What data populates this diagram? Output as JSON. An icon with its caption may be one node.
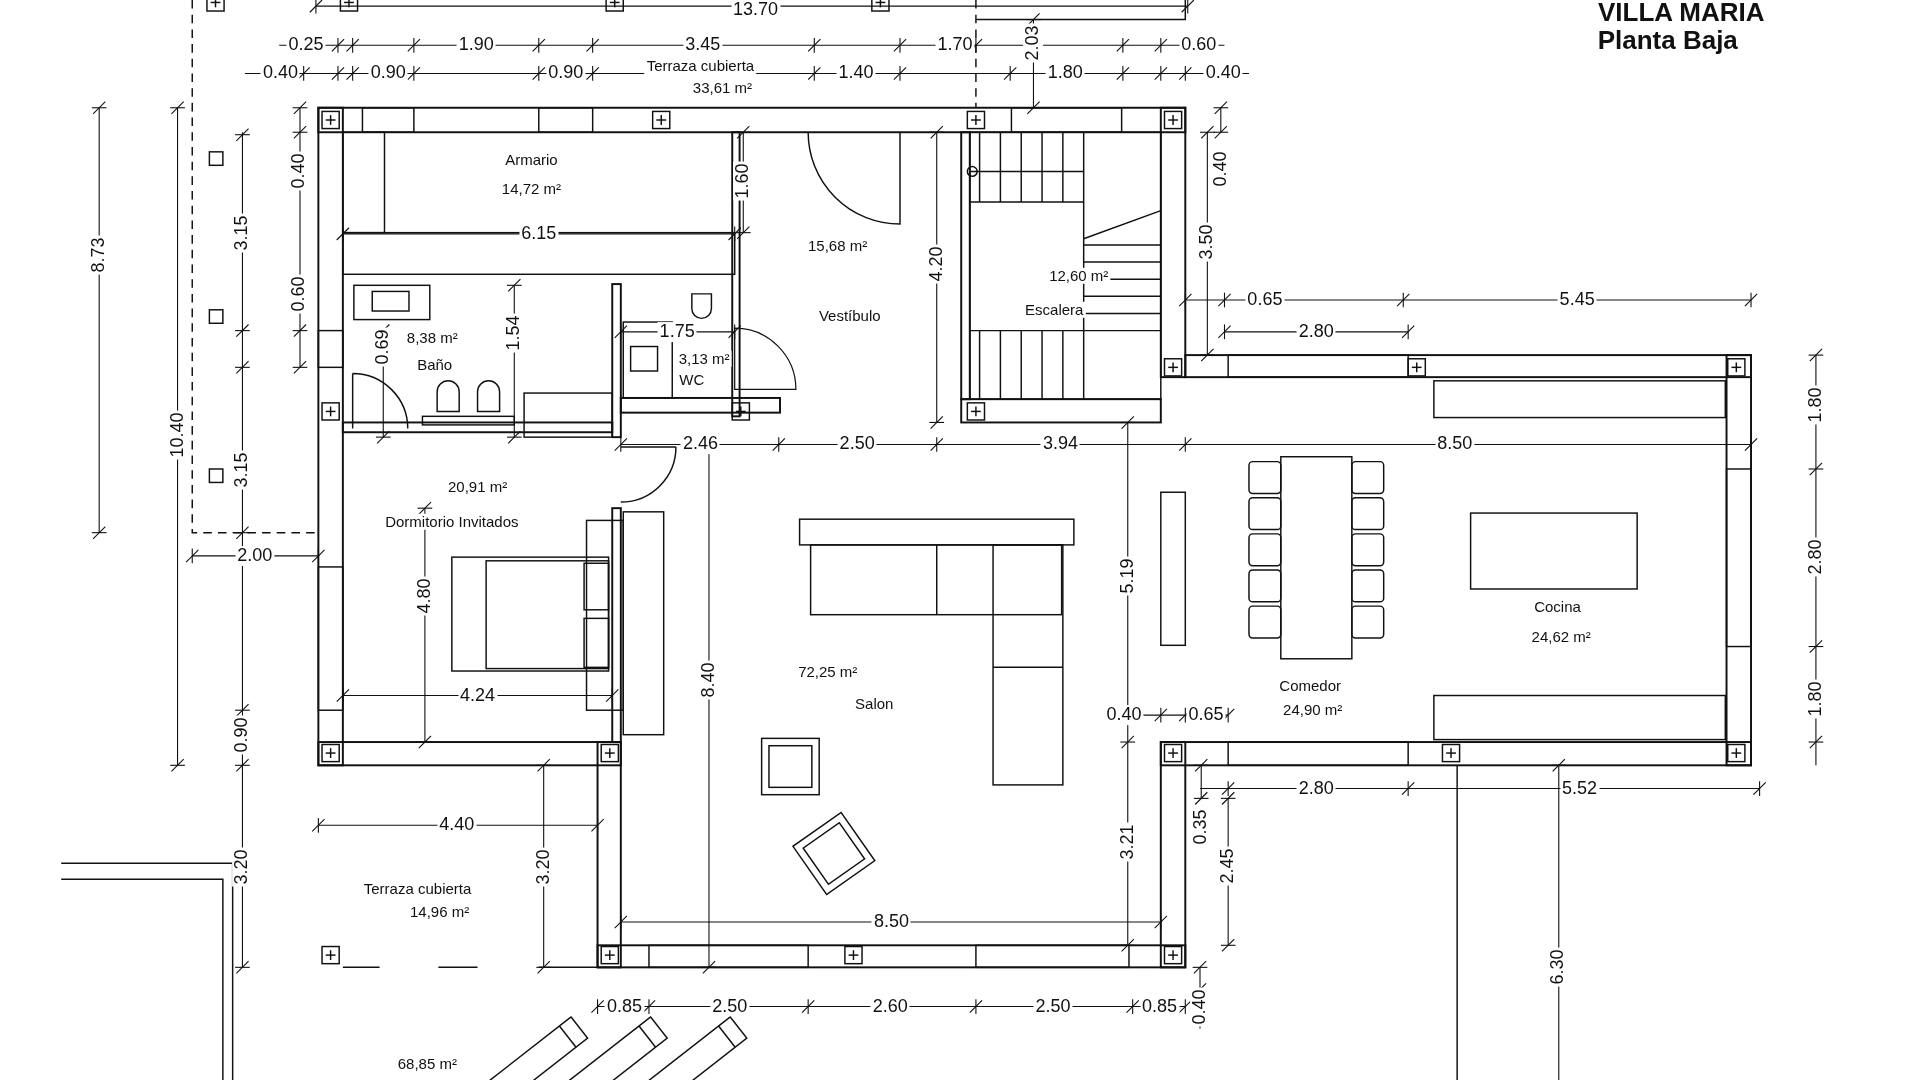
{
  "diagram": {
    "title": "VILLA MARIA",
    "labels": [
      "Planta Baja",
      "13.70",
      "0.25",
      "1.90",
      "3.45",
      "1.70",
      "2.03",
      "0.60",
      "0.40",
      "0.90",
      "0.90",
      "Terraza cubierta",
      "33,61 m²",
      "1.40",
      "1.80",
      "0.40",
      "Armario",
      "14,72 m²",
      "0.40",
      "1.60",
      "0.40",
      "3.15",
      "6.15",
      "8.73",
      "15,68 m²",
      "4.20",
      "3.50",
      "12,60 m²",
      "0.60",
      "0.65",
      "5.45",
      "Escalera",
      "Vestíbulo",
      "1.54",
      "1.75",
      "2.80",
      "8,38 m²",
      "0.69",
      "Baño",
      "3,13 m²",
      "WC",
      "1.80",
      "10.40",
      "2.46",
      "2.50",
      "3.94",
      "8.50",
      "3.15",
      "20,91 m²",
      "Dormitorio Invitados",
      "2.00",
      "2.80",
      "5.19",
      "4.80",
      "Cocina",
      "24,62 m²",
      "72,25 m²",
      "8.40",
      "Comedor",
      "4.24",
      "1.80",
      "Salon",
      "0.40",
      "0.65",
      "24,90 m²",
      "0.90",
      "2.80",
      "5.52",
      "4.40",
      "0.35",
      "3.21",
      "3.20",
      "3.20",
      "2.45",
      "Terraza cubierta",
      "14,96 m²",
      "8.50",
      "6.30",
      "0.85",
      "2.50",
      "2.60",
      "2.50",
      "0.85",
      "0.40",
      "68,85 m²"
    ]
  }
}
